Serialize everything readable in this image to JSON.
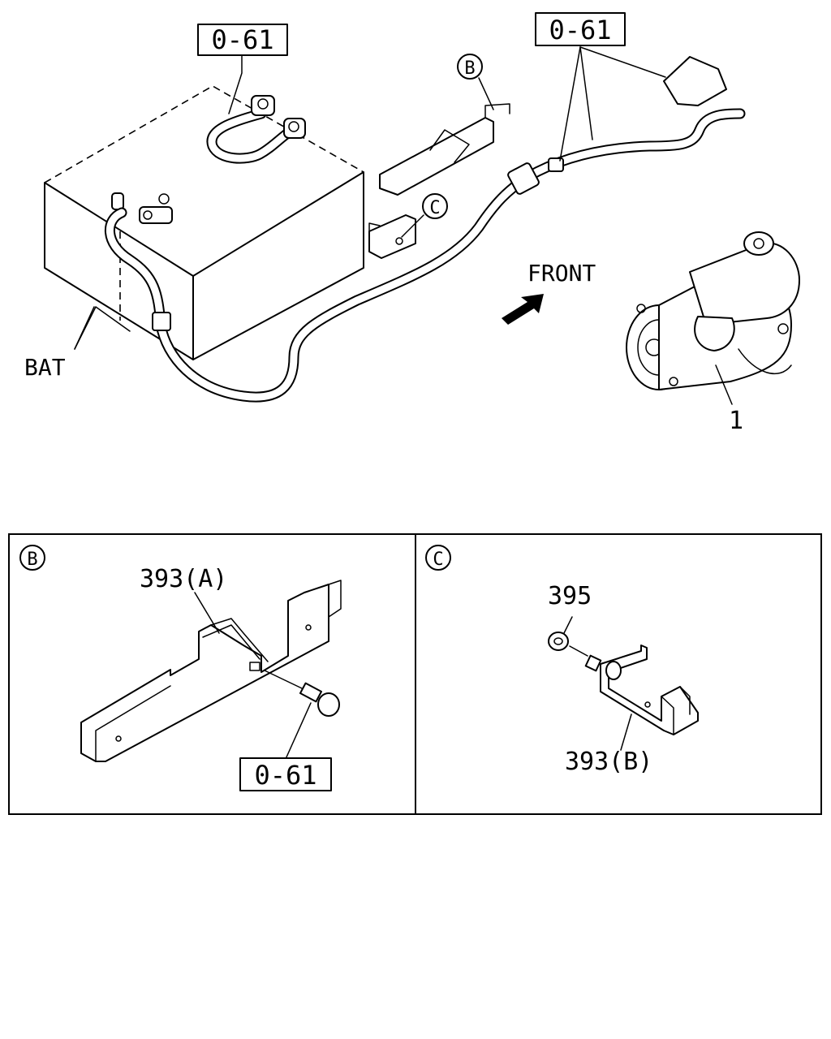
{
  "labels": {
    "ref_top_left": "0-61",
    "ref_top_right": "0-61",
    "callout_b": "B",
    "callout_c": "C",
    "front": "FRONT",
    "bat": "BAT",
    "item_1": "1",
    "panel_b_letter": "B",
    "panel_c_letter": "C",
    "part_393a": "393(A)",
    "ref_panel_b": "0-61",
    "part_395": "395",
    "part_393b": "393(B)"
  }
}
